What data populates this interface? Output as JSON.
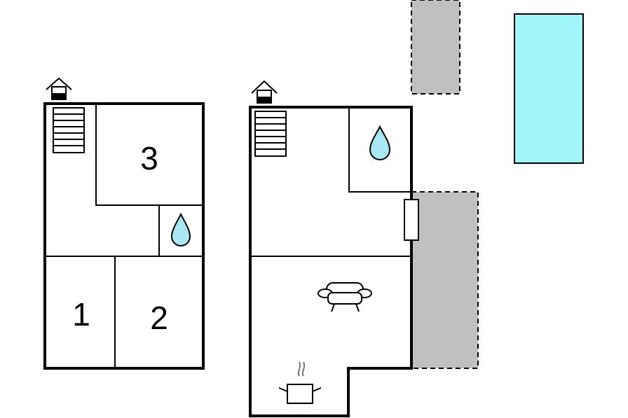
{
  "rooms": {
    "bedroom_1": "1",
    "bedroom_2": "2",
    "bedroom_3": "3"
  },
  "colors": {
    "wall": "#000000",
    "terrace": "#c0c0c0",
    "pool": "#9ff5f8",
    "water_drop": "#a8e8f4"
  },
  "icons": [
    "entrance-house-icon",
    "stairs-icon",
    "bathroom-water-drop-icon",
    "sofa-icon",
    "cooking-pot-icon",
    "window-icon"
  ]
}
